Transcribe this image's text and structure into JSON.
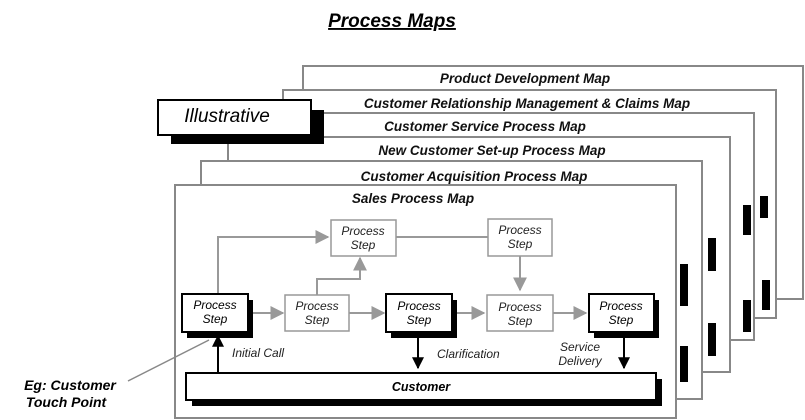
{
  "page_title": "Process Maps",
  "badge": {
    "label": "Illustrative"
  },
  "maps": [
    {
      "title": "Product Development Map"
    },
    {
      "title": "Customer Relationship Management & Claims Map"
    },
    {
      "title": "Customer Service Process Map"
    },
    {
      "title": "New Customer Set-up Process Map"
    },
    {
      "title": "Customer Acquisition Process Map"
    },
    {
      "title": "Sales Process Map"
    }
  ],
  "steps": [
    {
      "line1": "Process",
      "line2": "Step",
      "style": "touch-point"
    },
    {
      "line1": "Process",
      "line2": "Step",
      "style": "grey"
    },
    {
      "line1": "Process",
      "line2": "Step",
      "style": "touch-point"
    },
    {
      "line1": "Process",
      "line2": "Step",
      "style": "grey"
    },
    {
      "line1": "Process",
      "line2": "Step",
      "style": "touch-point"
    },
    {
      "line1": "Process",
      "line2": "Step",
      "style": "grey"
    },
    {
      "line1": "Process",
      "line2": "Step",
      "style": "grey"
    }
  ],
  "labels": {
    "initial_call": "Initial Call",
    "clarification": "Clarification",
    "service_delivery_1": "Service",
    "service_delivery_2": "Delivery"
  },
  "customer_bar": {
    "label": "Customer"
  },
  "callout": {
    "line1": "Eg: Customer",
    "line2": "Touch Point"
  },
  "colors": {
    "frame": "#888888",
    "grey_arrow": "#999999",
    "dark": "#000000"
  }
}
